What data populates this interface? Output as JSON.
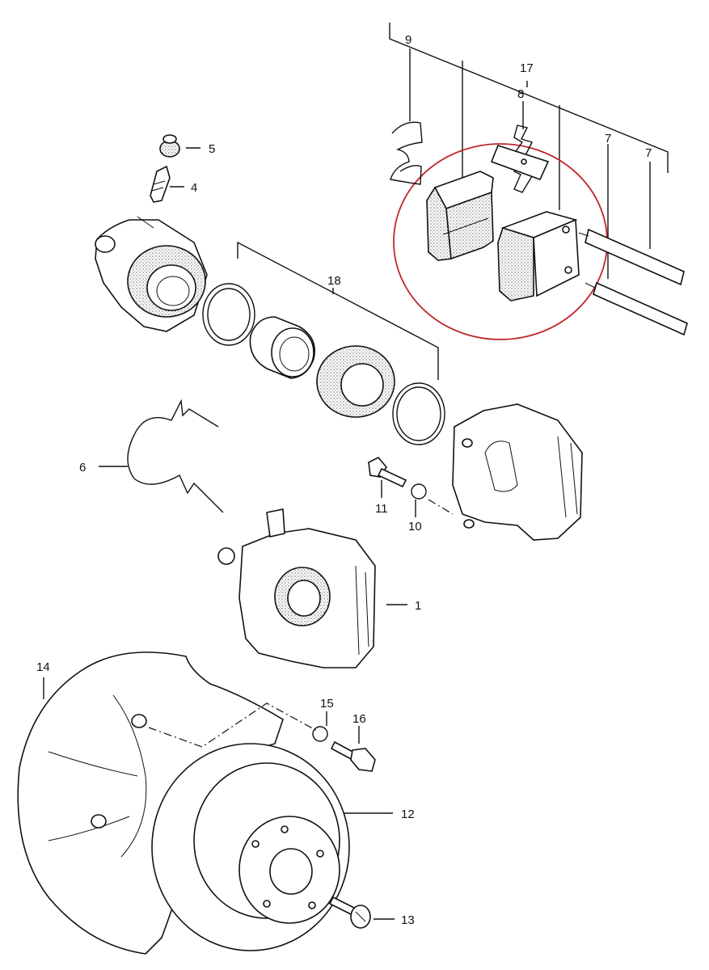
{
  "diagram": {
    "highlight_color": "#c0272d",
    "labels": {
      "p1": "1",
      "p4": "4",
      "p5": "5",
      "p6": "6",
      "p7a": "7",
      "p7b": "7",
      "p8": "8",
      "p9": "9",
      "p10": "10",
      "p11": "11",
      "p12": "12",
      "p13": "13",
      "p14": "14",
      "p15": "15",
      "p16": "16",
      "p17": "17",
      "p18": "18"
    }
  }
}
